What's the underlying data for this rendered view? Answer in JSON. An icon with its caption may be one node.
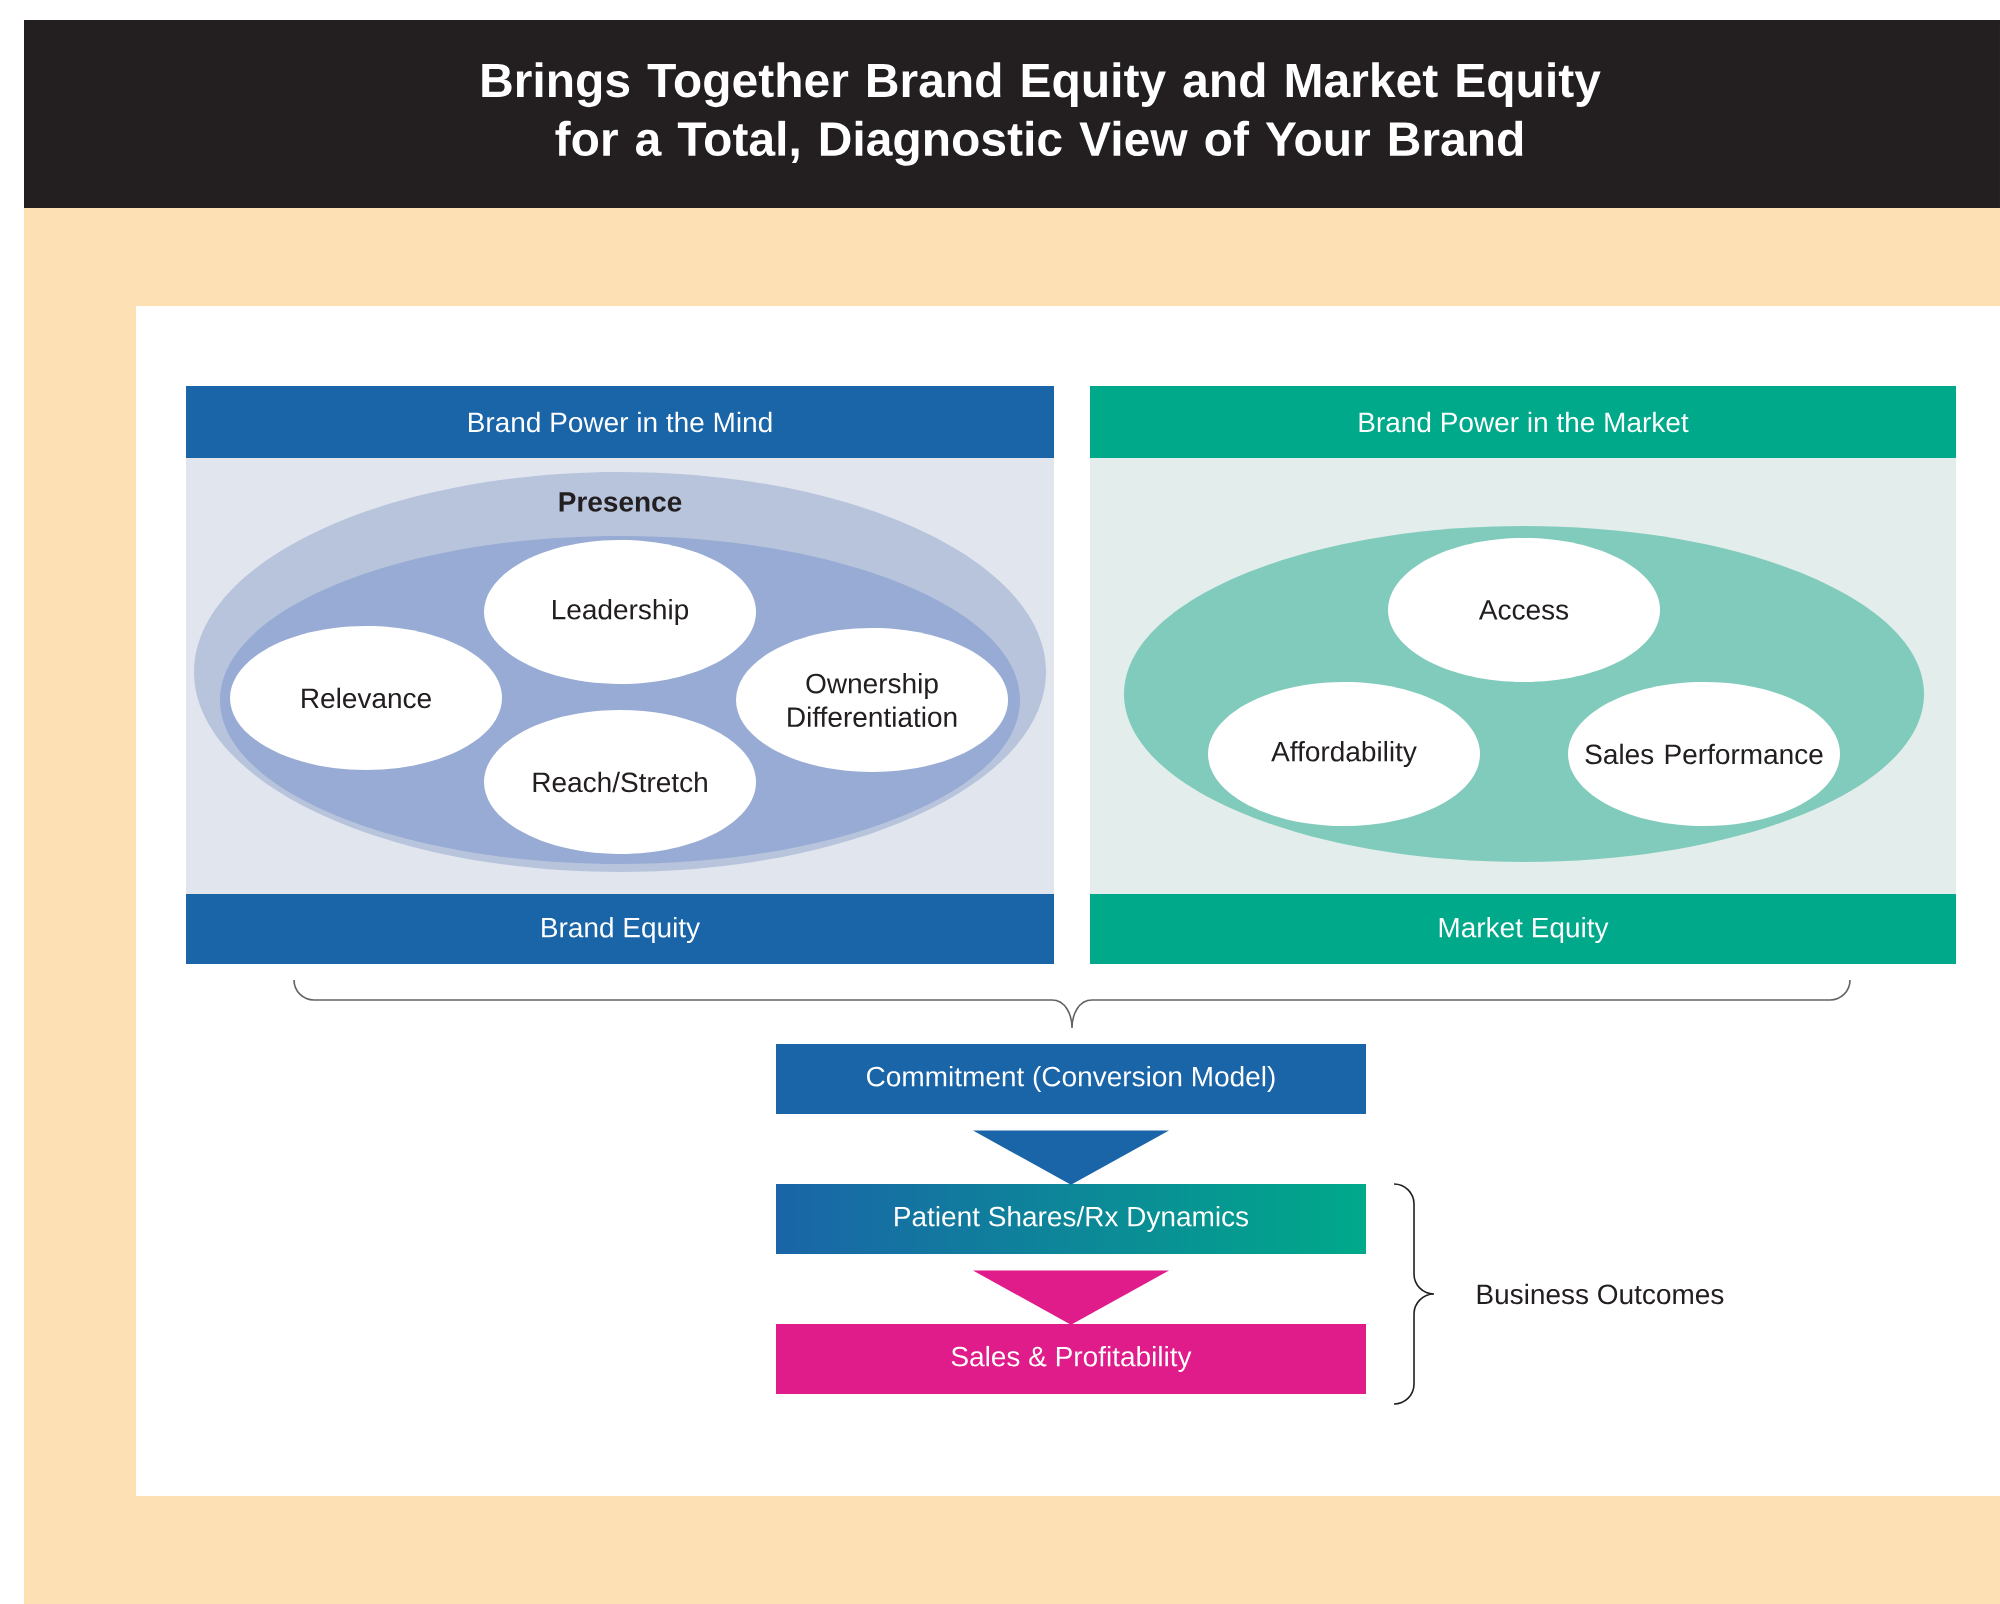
{
  "diagram": {
    "title": "Brings Together Brand Equity and Market Equity for a Total, Diagnostic View of Your Brand",
    "nodes": [
      {
        "text": [
          "Brand Power in the Mind",
          "Brand Equity"
        ]
      },
      {
        "text": [
          "Presence"
        ],
        "in": 0
      },
      {
        "text": [
          "Leadership"
        ],
        "in": 1
      },
      {
        "text": [
          "Relevance"
        ],
        "in": 1
      },
      {
        "text": [
          "Ownership Differentiation"
        ],
        "in": 1
      },
      {
        "text": [
          "Reach/Stretch"
        ],
        "in": 1
      },
      {
        "text": [
          "Brand Power in the Market",
          "Market Equity"
        ]
      },
      {
        "text": [],
        "shape": "ellipse",
        "in": 6
      },
      {
        "text": [
          "Access"
        ],
        "in": 7
      },
      {
        "text": [
          "Affordability"
        ],
        "in": 7
      },
      {
        "text": [
          "Sales Performance"
        ],
        "in": 7
      },
      {
        "text": [
          "Commitment (Conversion Model)"
        ]
      },
      {
        "text": [
          "Patient Shares/Rx Dynamics"
        ]
      },
      {
        "text": [
          "Sales & Profitability"
        ]
      }
    ],
    "edges": [
      {
        "from": 11,
        "to": 12,
        "arrow": "to",
        "color": "#1a64a8"
      },
      {
        "from": 12,
        "to": 13,
        "arrow": "to",
        "color": "#e01b8a"
      }
    ],
    "labels": [
      "Business Outcomes"
    ]
  }
}
